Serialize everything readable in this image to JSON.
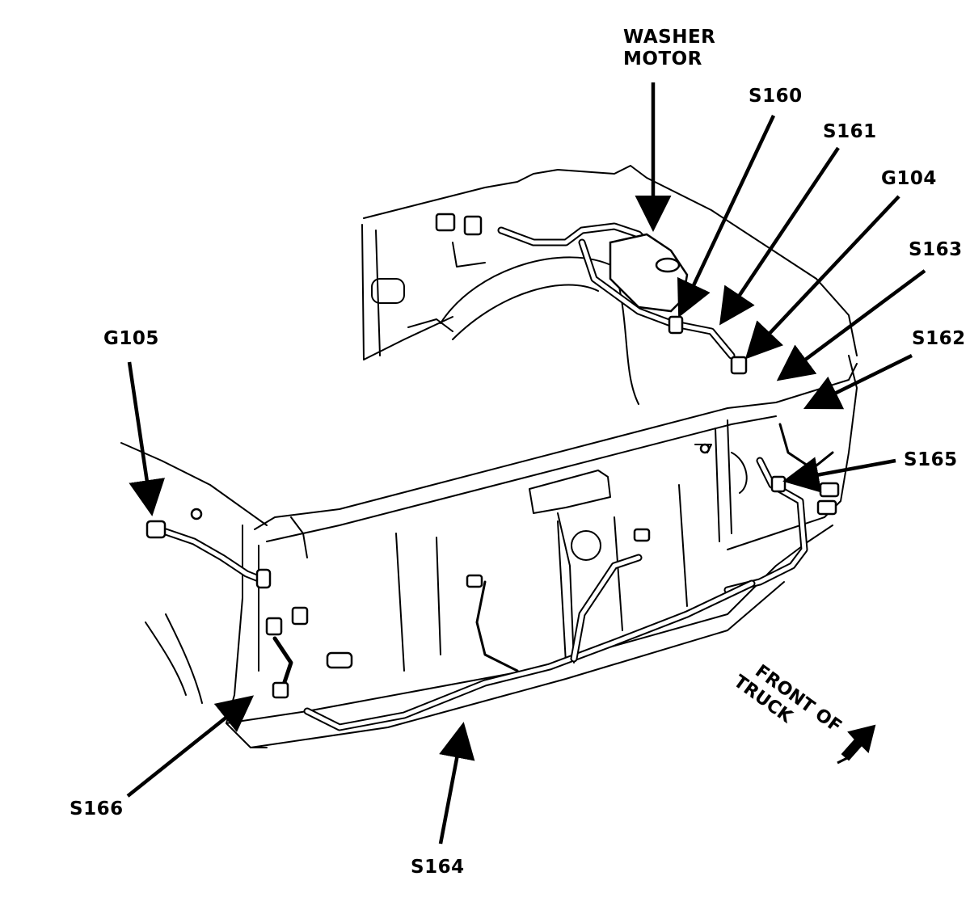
{
  "labels": {
    "washer_motor_line1": "WASHER",
    "washer_motor_line2": "MOTOR",
    "s160": "S160",
    "s161": "S161",
    "g104": "G104",
    "s163": "S163",
    "s162": "S162",
    "g105": "G105",
    "s165": "S165",
    "s166": "S166",
    "s164": "S164"
  },
  "direction_indicator": {
    "line1": "FRONT OF",
    "line2": "TRUCK",
    "icon": "direction-arrow-icon"
  },
  "colors": {
    "ink": "#000000",
    "paper": "#ffffff"
  }
}
